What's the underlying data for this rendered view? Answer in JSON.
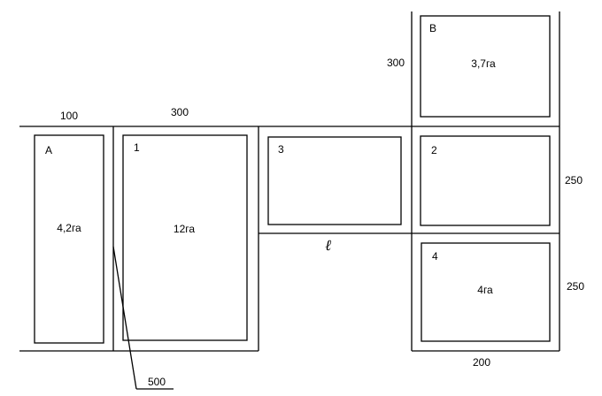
{
  "plots": {
    "A": {
      "label": "A",
      "area": "4,2га"
    },
    "one": {
      "label": "1",
      "area": "12га"
    },
    "three": {
      "label": "3"
    },
    "B": {
      "label": "B",
      "area": "3,7га"
    },
    "two": {
      "label": "2"
    },
    "four": {
      "label": "4",
      "area": "4га"
    }
  },
  "dimensions": {
    "width_A": "100",
    "width_1": "300",
    "height_B": "300",
    "height_2": "250",
    "height_4": "250",
    "width_bottom": "200",
    "leader": "500"
  },
  "road_label": "ℓ"
}
